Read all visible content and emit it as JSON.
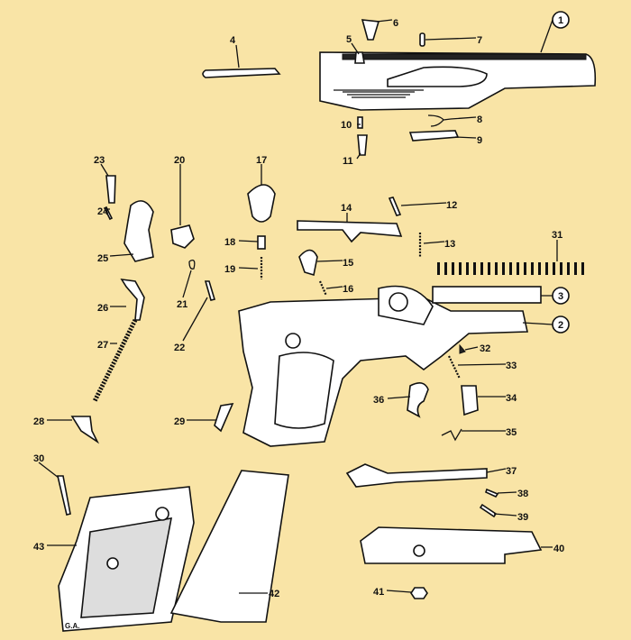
{
  "diagram": {
    "title": "Pistol exploded parts view",
    "background_color": "#f9e4a6",
    "artist_initials": "G.A.",
    "part_labels": [
      "1",
      "2",
      "3",
      "4",
      "5",
      "6",
      "7",
      "8",
      "9",
      "10",
      "11",
      "12",
      "13",
      "14",
      "15",
      "16",
      "17",
      "18",
      "19",
      "20",
      "21",
      "22",
      "23",
      "24",
      "25",
      "26",
      "27",
      "28",
      "29",
      "30",
      "31",
      "32",
      "33",
      "34",
      "35",
      "36",
      "37",
      "38",
      "39",
      "40",
      "41",
      "42",
      "43"
    ]
  }
}
